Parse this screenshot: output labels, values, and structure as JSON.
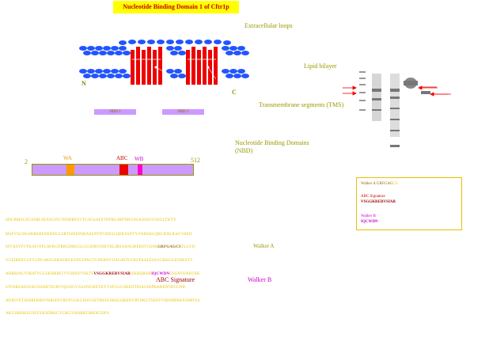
{
  "title": "Nucleotide Binding Domain 1 of Cftr1p",
  "labels": {
    "extracellular_loops": "Extracellular loops",
    "lipid_bilayer": "Lipid bilayer",
    "transmembrane": "Transmembrane segments (TMS)",
    "nbd": "Nucleotide Binding Domains (NBD)",
    "n_term": "N",
    "c_term": "C",
    "nbd1_box": "NBD 1",
    "nbd2_box": "NBD 2"
  },
  "domain_bar": {
    "start": "2",
    "end": "512",
    "wa": "WA",
    "abc": "ABC",
    "wb": "WB"
  },
  "sequence": {
    "line1": "SDGRMSGSGSSRLSEASGDGTRNRRFSVTGSGSAFSTNFRLSRFNHGNLKSSSGGSSGLTKYY",
    "line2": "MSFVSGDGSRRERENERDGLSRTSSFEPSRAESNTDVEKSLQEKSSNTYVKRSKLQKGRNLRAGVAED",
    "line3a": "SIVQSYFVTKAIVFFLAVKGFRRGDRGGLGGIDRGNIETKLIRSAIIAGRERSTGSSK",
    "line3_motif": "GRFGAGCS",
    "line3b": "TLLSTI",
    "walker_a_label": "Walker A",
    "line4": "YGEIREEGGFTGDGAKIGERAERGEGPGFPAGTGNERNVIIAGKDVGKLTAALEIAGGKKGGIGDKSTV",
    "line5a": "ARRRIAGVIRATVGLSKHRIKTVVSRDFVSKTS",
    "line5_motif": "VSGGKRERVSIAR",
    "line5b": "ISERQRAR",
    "line5_motif2": "IQCWDN",
    "line5c": "GSSAVDAHTAK",
    "line6": "STFARLKIGGRGNSDKTIGRIVQGNGVGSANGHEYEYVSFGGGSREDTRIAGIRPKKRENTRGGNR",
    "line7": "ADRIVETIEKRERRSVRRSDIVRSTGGKGISSYSETREEFSKSGQREDVRTSKGTSEEFVSRNIRNKFSNRTSS",
    "line8": "AKGSRRIESGSFSYKSDRKGYGKGVRARRTIRKKGDFS",
    "abc_signature_label": "ABC Signature",
    "walker_b_label": "Walker B"
  },
  "legend": {
    "walker_a_title": "Walker A GRFGAG",
    "walker_a_cs": "CS",
    "abc_title": "ABC Signature",
    "abc_seq": "VSGGKRERVSIAR",
    "walker_b_title": "Walker B",
    "walker_b_seq": "IQCWDN"
  },
  "colors": {
    "membrane": "#2255ff",
    "tms": "#ee0000",
    "domain_bar": "#cc99ff",
    "wa": "#ff9900",
    "abc": "#ee0000",
    "wb": "#ff00cc",
    "olive": "#999900",
    "sequence": "#e6c200"
  }
}
